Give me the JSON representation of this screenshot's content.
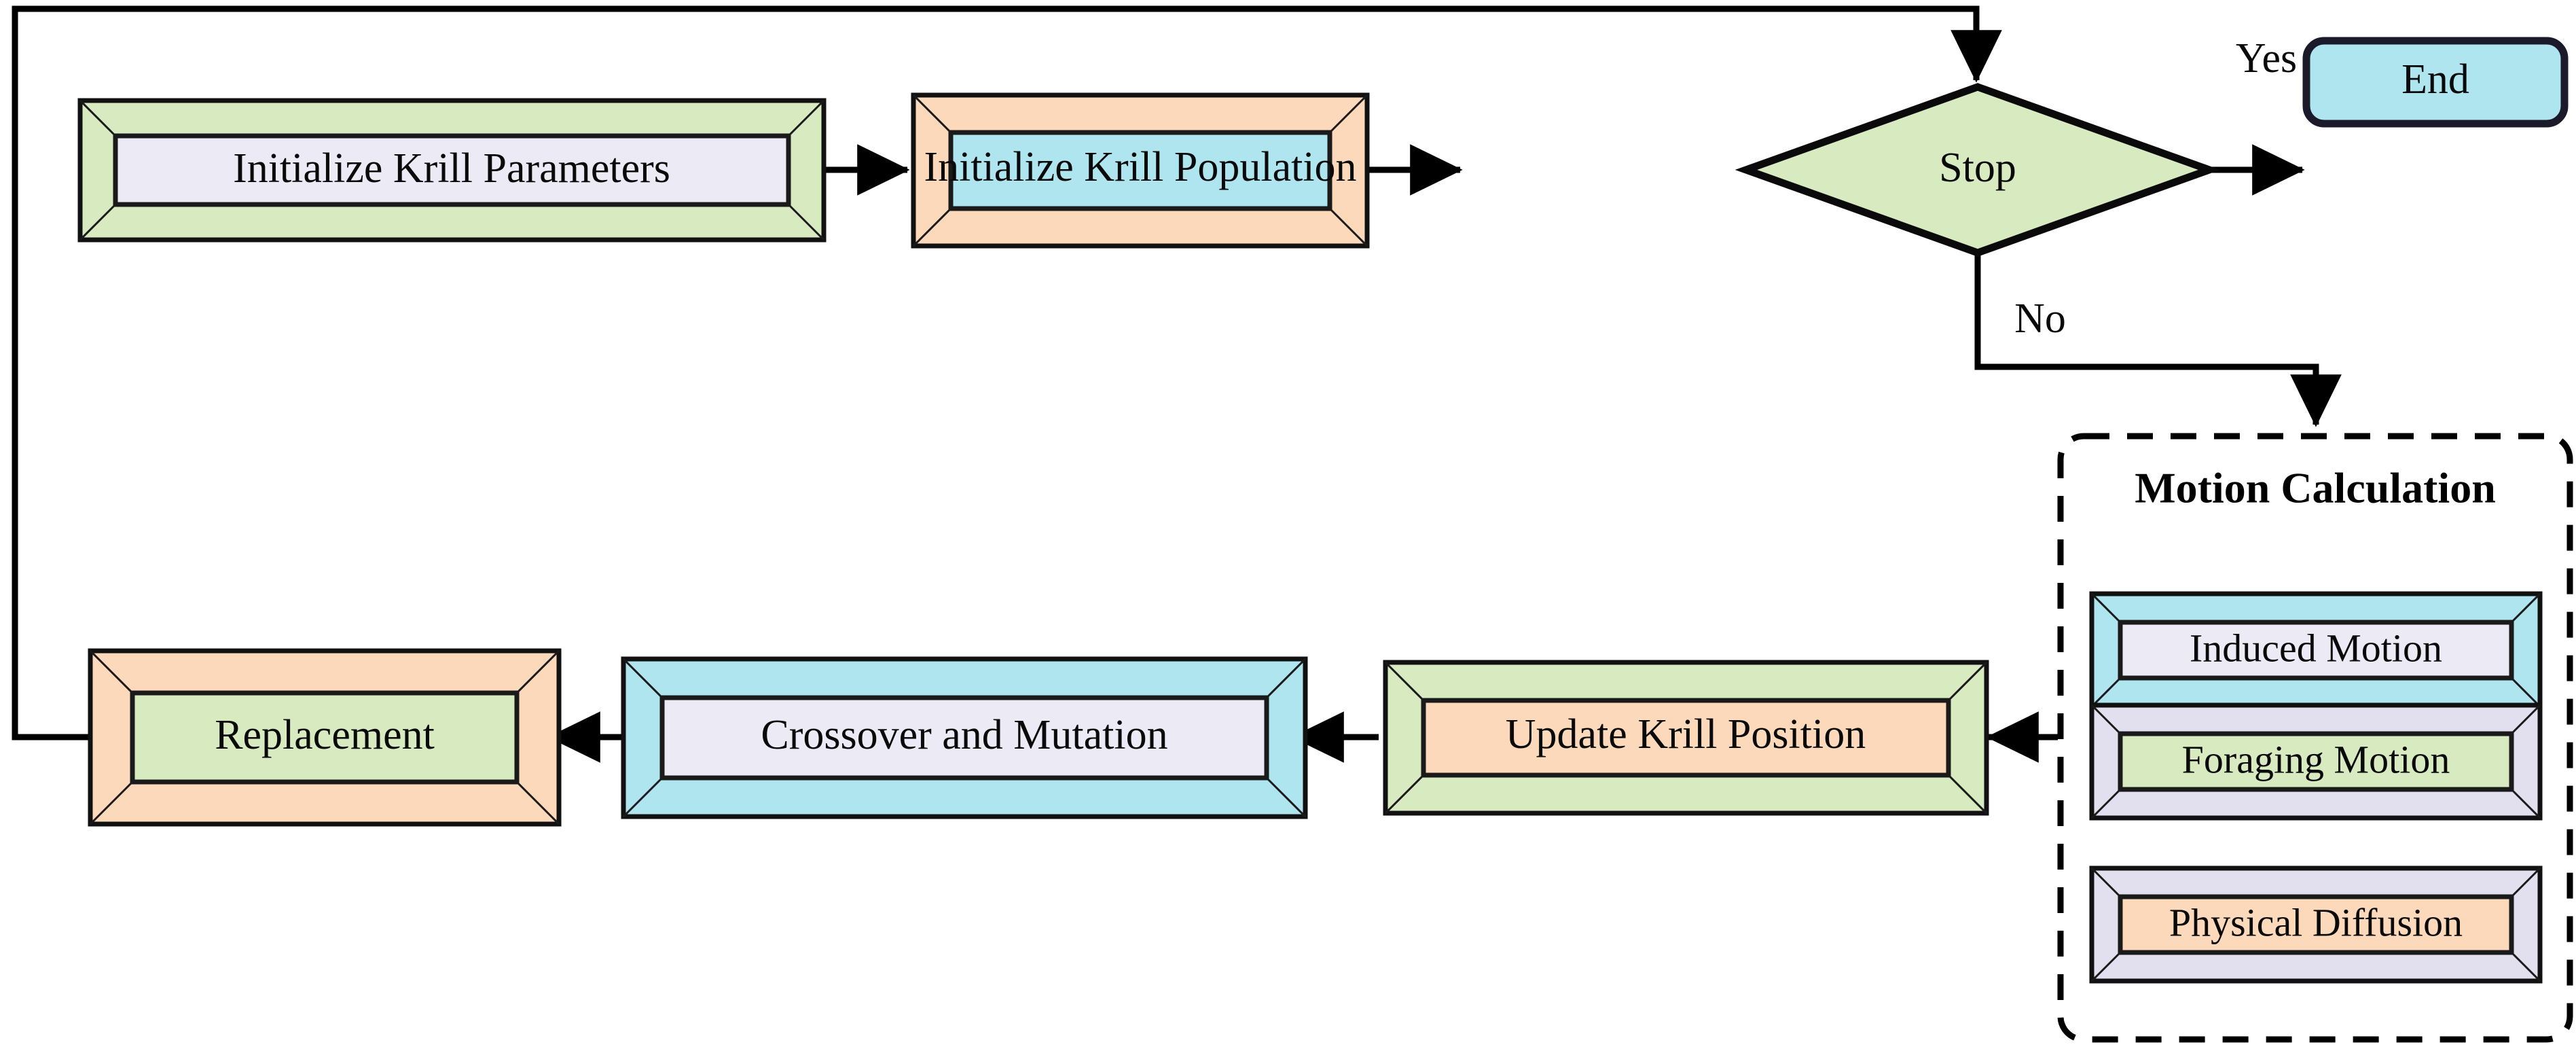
{
  "diagram": {
    "title": "Krill Herd Algorithm Flowchart",
    "background": "#ffffff",
    "palette": {
      "green": "#d8ebc0",
      "orange": "#fcd9bb",
      "cyan": "#aee5ee",
      "lavender": "#eceaf4",
      "black": "#000000",
      "inner_border": "#1a1a1a"
    }
  },
  "nodes": {
    "initialize_parameters": {
      "label": "Initialize Krill Parameters",
      "shape": "beveled-process",
      "outer_color": "#d8ebc0",
      "inner_color": "#eceaf4"
    },
    "initialize_population": {
      "label": "Initialize Krill Population",
      "shape": "beveled-process",
      "outer_color": "#fcd9bb",
      "inner_color": "#aee5ee"
    },
    "stop_decision": {
      "label": "Stop",
      "shape": "diamond",
      "fill": "#d8ebc0"
    },
    "end_node": {
      "label": "End",
      "shape": "rounded-rect",
      "fill": "#aee5ee"
    },
    "update_position": {
      "label": "Update Krill Position",
      "shape": "beveled-process",
      "outer_color": "#d8ebc0",
      "inner_color": "#fcd9bb"
    },
    "crossover_mutation": {
      "label": "Crossover and Mutation",
      "shape": "beveled-process",
      "outer_color": "#aee5ee",
      "inner_color": "#eceaf4"
    },
    "replacement": {
      "label": "Replacement",
      "shape": "beveled-process",
      "outer_color": "#fcd9bb",
      "inner_color": "#d8ebc0"
    }
  },
  "group": {
    "title": "Motion Calculation",
    "border_style": "dashed",
    "items": [
      {
        "label": "Induced Motion",
        "outer_color": "#aee5ee",
        "inner_color": "#eceaf4"
      },
      {
        "label": "Foraging Motion",
        "outer_color": "#e2e0ee",
        "inner_color": "#d8ebc0"
      },
      {
        "label": "Physical Diffusion",
        "outer_color": "#e2e0ee",
        "inner_color": "#fcd9bb"
      }
    ]
  },
  "edge_labels": {
    "yes": "Yes",
    "no": "No"
  }
}
